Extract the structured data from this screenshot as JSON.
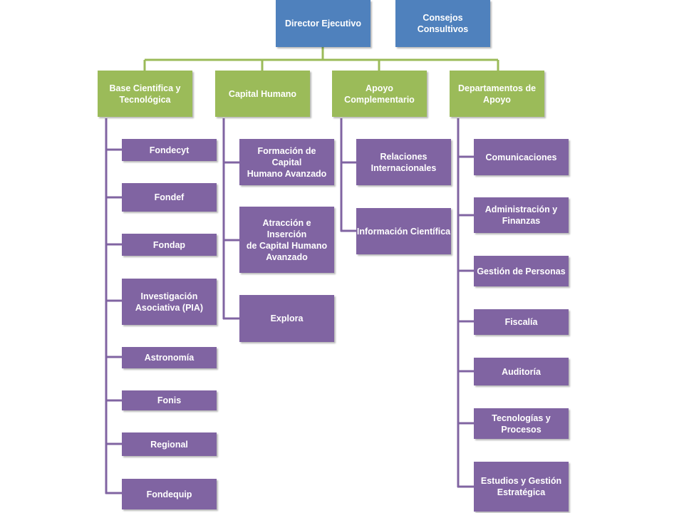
{
  "colors": {
    "top": "#4f81bd",
    "division": "#9bbb59",
    "unit": "#8064a2",
    "green_line": "#9bbb59",
    "purple_line": "#8064a2"
  },
  "top": {
    "director": "Director Ejecutivo",
    "consejos": "Consejos Consultivos"
  },
  "divisions": [
    {
      "name": "Base Cientifica y\nTecnológica",
      "units": [
        "Fondecyt",
        "Fondef",
        "Fondap",
        "Investigación\nAsociativa (PIA)",
        "Astronomía",
        "Fonis",
        "Regional",
        "Fondequip"
      ]
    },
    {
      "name": "Capital Humano",
      "units": [
        "Formación de Capital\nHumano Avanzado",
        "Atracción e Inserción\nde Capital Humano\nAvanzado",
        "Explora"
      ]
    },
    {
      "name": "Apoyo\nComplementario",
      "units": [
        "Relaciones\nInternacionales",
        "Información Científica"
      ]
    },
    {
      "name": "Departamentos de\nApoyo",
      "units": [
        "Comunicaciones",
        "Administración y\nFinanzas",
        "Gestión de Personas",
        "Fiscalía",
        "Auditoría",
        "Tecnologías y\nProcesos",
        "Estudios y Gestión\nEstratégica"
      ]
    }
  ]
}
